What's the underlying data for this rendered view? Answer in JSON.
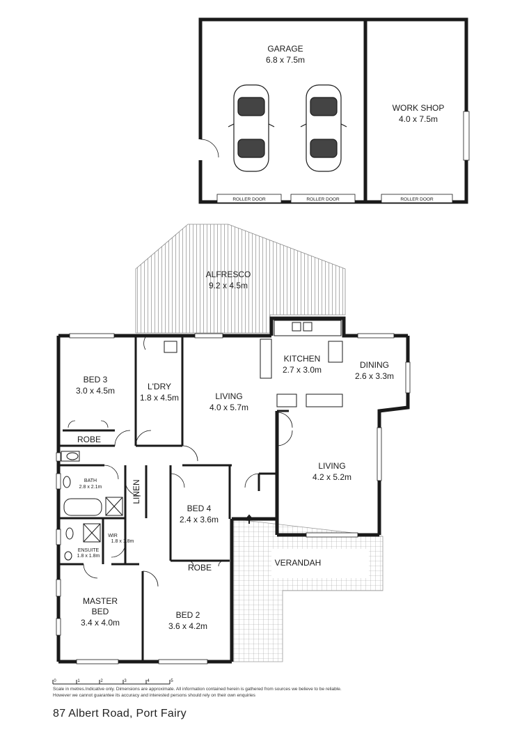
{
  "garage": {
    "name": "GARAGE",
    "size": "6.8 x 7.5m"
  },
  "workshop": {
    "name": "WORK SHOP",
    "size": "4.0 x 7.5m"
  },
  "roller_doors": [
    "ROLLER DOOR",
    "ROLLER DOOR",
    "ROLLER DOOR"
  ],
  "alfresco": {
    "name": "ALFRESCO",
    "size": "9.2 x 4.5m"
  },
  "kitchen": {
    "name": "KITCHEN",
    "size": "2.7 x 3.0m"
  },
  "dining": {
    "name": "DINING",
    "size": "2.6 x 3.3m"
  },
  "bed3": {
    "name": "BED 3",
    "size": "3.0 x 4.5m"
  },
  "laundry": {
    "name": "L'DRY",
    "size": "1.8 x 4.5m"
  },
  "living1": {
    "name": "LIVING",
    "size": "4.0 x 5.7m"
  },
  "living2": {
    "name": "LIVING",
    "size": "4.2 x 5.2m"
  },
  "robe_bed3": "ROBE",
  "bath": {
    "name": "BATH",
    "size": "2.8 x 2.1m"
  },
  "linen": "LINEN",
  "bed4": {
    "name": "BED 4",
    "size": "2.4 x 3.6m"
  },
  "wir": {
    "name": "WIR",
    "size": "1.8 x 1.8m"
  },
  "ensuite": {
    "name": "ENSUITE",
    "size": "1.8 x 1.8m"
  },
  "verandah": "VERANDAH",
  "robe_bed2": "ROBE",
  "master": {
    "name1": "MASTER",
    "name2": "BED",
    "size": "3.4 x 4.0m"
  },
  "bed2": {
    "name": "BED 2",
    "size": "3.6 x 4.2m"
  },
  "scale_ticks": [
    "0",
    "1",
    "2",
    "3",
    "4",
    "5"
  ],
  "disclaimer": "Scale in metres.Indicative only. Dimensions are approximate. All information contained herein is gathered from sources we believe to be reliable. However we cannot guarantee its accuracy and interested persons should rely on their own enquiries",
  "address": "87 Albert Road, Port Fairy",
  "colors": {
    "wall": "#1a1a1a",
    "hatch": "#9a9a9a",
    "background": "#ffffff"
  }
}
